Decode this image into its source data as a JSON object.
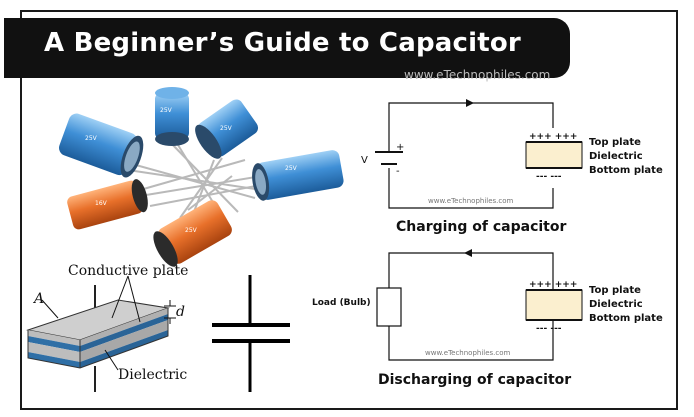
{
  "header": {
    "title": "A Beginner’s Guide to Capacitor",
    "site": "www.eTechnophiles.com"
  },
  "structure": {
    "conductive_plate": "Conductive plate",
    "area_label": "A",
    "distance_label": "d",
    "dielectric": "Dielectric"
  },
  "charging": {
    "caption": "Charging of capacitor",
    "source_label": "V",
    "plus": "+",
    "minus": "-",
    "top_charges": "+++ +++",
    "bottom_charges": "---   ---",
    "top_plate": "Top plate",
    "dielectric": "Dielectric",
    "bottom_plate": "Bottom plate",
    "watermark": "www.eTechnophiles.com"
  },
  "discharging": {
    "caption": "Discharging of capacitor",
    "load_label": "Load (Bulb)",
    "top_charges": "+++ +++",
    "bottom_charges": "---   ---",
    "top_plate": "Top plate",
    "dielectric": "Dielectric",
    "bottom_plate": "Bottom plate",
    "watermark": "www.eTechnophiles.com"
  },
  "capacitor_labels": [
    "25V",
    "25V",
    "25V",
    "16V",
    "25V",
    "25V"
  ],
  "colors": {
    "banner": "#111111",
    "blue_cap": "#3f8fd6",
    "orange_cap": "#e8702a",
    "dielectric_fill": "#fbefcf",
    "plate_blue": "#2f6fa6"
  }
}
